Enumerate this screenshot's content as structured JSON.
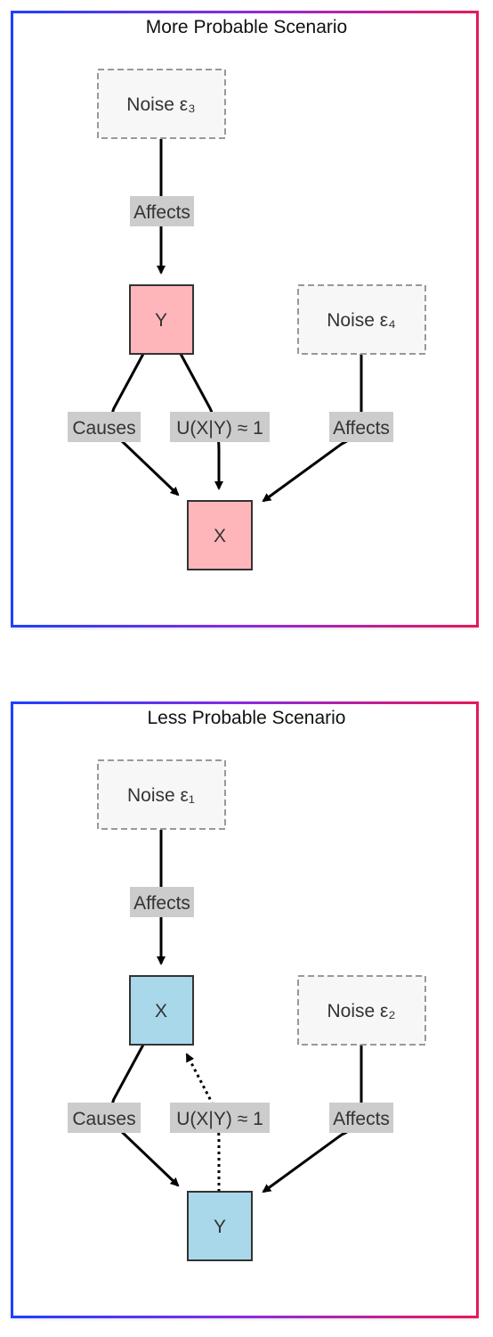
{
  "panels": [
    {
      "title": "More Probable Scenario",
      "colors": {
        "primary_fill": "#ffb6bb"
      },
      "nodes": {
        "noise_a": "Noise ε₃",
        "cause": "Y",
        "noise_b": "Noise ε₄",
        "effect": "X"
      },
      "edges": {
        "noise_a_to_cause": "Affects",
        "cause_to_effect": "Causes",
        "uncertainty": "U(X|Y) ≈ 1",
        "noise_b_to_effect": "Affects"
      },
      "uncertainty_style": "solid",
      "uncertainty_direction": "cause-to-effect"
    },
    {
      "title": "Less Probable Scenario",
      "colors": {
        "primary_fill": "#a8d8ea"
      },
      "nodes": {
        "noise_a": "Noise ε₁",
        "cause": "X",
        "noise_b": "Noise ε₂",
        "effect": "Y"
      },
      "edges": {
        "noise_a_to_cause": "Affects",
        "cause_to_effect": "Causes",
        "uncertainty": "U(X|Y) ≈ 1",
        "noise_b_to_effect": "Affects"
      },
      "uncertainty_style": "dotted",
      "uncertainty_direction": "effect-to-cause"
    }
  ],
  "colors": {
    "noise_fill": "#f7f7f7",
    "noise_border": "#999999",
    "node_border": "#333333",
    "edge_label_bg": "#cccccc",
    "arrow": "#000000"
  }
}
